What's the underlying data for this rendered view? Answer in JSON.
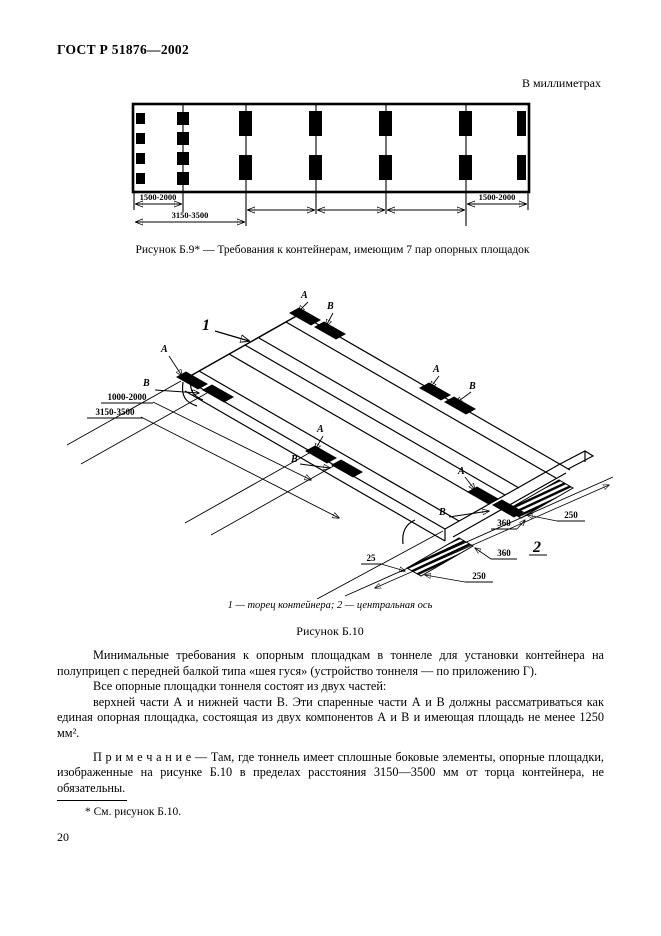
{
  "page": {
    "header": "ГОСТ Р 51876—2002",
    "units_note": "В миллиметрах",
    "page_number": "20"
  },
  "figure_b9": {
    "caption": "Рисунок Б.9* — Требования к контейнерам, имеющим 7 пар опорных площадок",
    "dim_left": "1500-2000",
    "dim_span": "3150-3500",
    "dim_right": "1500-2000"
  },
  "figure_b10": {
    "legend": "1 — торец контейнера; 2 — центральная ось",
    "caption": "Рисунок Б.10",
    "label_end": "1",
    "label_axis": "2",
    "label_pad_upper": "A",
    "label_pad_lower": "B",
    "dim_offset": "1000-2000",
    "dim_span": "3150-3500",
    "dim_pad_right": "250",
    "dim_gap_upper": "360",
    "dim_gap_lower": "360",
    "dim_pad_bottom": "250",
    "dim_pad_width": "25"
  },
  "body": {
    "p1": "Минимальные требования к опорным площадкам в тоннеле для установки контейнера на полуприцеп с передней балкой типа «шея гуся» (устройство тоннеля — по приложению Г).",
    "p2": "Все опорные площадки тоннеля состоят из двух частей:",
    "p3": "верхней части А и нижней части В. Эти спаренные части А и В должны рассматриваться как единая опорная площадка, состоящая из двух компонентов А и В и имеющая площадь не менее 1250 мм².",
    "note": "П р и м е ч а н и е — Там, где тоннель имеет сплошные боковые элементы, опорные площадки, изображенные на рисунке Б.10 в пределах расстояния 3150—3500 мм от торца контейнера, не обязательны."
  },
  "footnote": {
    "text": "* См. рисунок Б.10."
  }
}
